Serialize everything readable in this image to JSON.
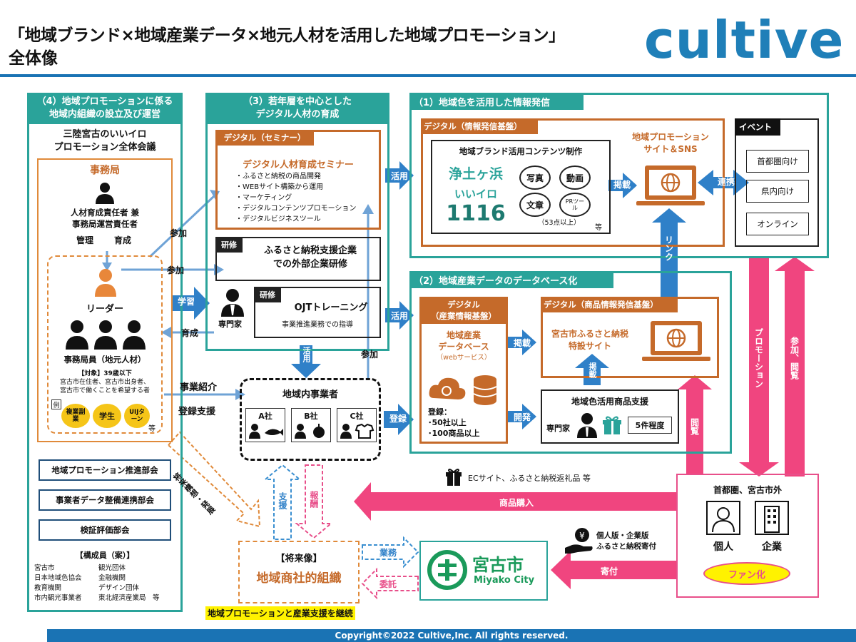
{
  "header": {
    "title": "「地域ブランド×地域産業データ×地元人材を活用した地域プロモーション」",
    "subtitle": "全体像",
    "logo": "cultive"
  },
  "section4": {
    "title_l1": "（4）地域プロモーションに係る",
    "title_l2": "地域内組織の設立及び運営",
    "council_l1": "三陸宮古のいいイロ",
    "council_l2": "プロモーション全体会議",
    "office": "事務局",
    "manager_l1": "人材育成責任者 兼",
    "manager_l2": "事務局運営責任者",
    "manage": "管理",
    "nurture": "育成",
    "leader": "リーダー",
    "staff": "事務局員（地元人材）",
    "target_l1": "【対象】39歳以下",
    "target_l2": "宮古市在住者、宮古市出身者、",
    "target_l3": "宮古市で働くことを希望する者",
    "example": "例",
    "badge1": "複業副業",
    "badge2": "学生",
    "badge3": "UIJターン",
    "etc": "等",
    "committee1": "地域プロモーション推進部会",
    "committee2": "事業者データ整備連携部会",
    "committee3": "検証評価部会",
    "members_title": "【構成員（案）】",
    "members": [
      "宮古市",
      "観光団体",
      "日本地域色協会",
      "金融機関",
      "教育機関",
      "デザイン団体",
      "市内観光事業者",
      "東北経済産業局　等"
    ]
  },
  "section3": {
    "title_l1": "（3）若年層を中心とした",
    "title_l2": "デジタル人材の育成",
    "seminar_tag": "デジタル（セミナー）",
    "seminar_title": "デジタル人材育成セミナー",
    "seminar_items": [
      "ふるさと納税の商品開発",
      "WEBサイト構築から運用",
      "マーケティング",
      "デジタルコンテンツプロモーション",
      "デジタルビジネスツール"
    ],
    "training_tag": "研修",
    "training_l1": "ふるさと納税支援企業",
    "training_l2": "での外部企業研修",
    "expert": "専門家",
    "ojt_tag": "研修",
    "ojt_title": "OJTトレーニング",
    "ojt_sub": "事業推進業務での指導"
  },
  "section1": {
    "title": "（1）地域色を活用した情報発信",
    "digital_tag": "デジタル（情報発信基盤）",
    "content_title": "地域ブランド活用コンテンツ制作",
    "brand_l1": "浄土ヶ浜",
    "brand_l2": "いいイロ",
    "brand_l3": "1116",
    "photo": "写真",
    "video": "動画",
    "text": "文章",
    "pr_tool": "PRツール",
    "count": "（53点以上）",
    "etc": "等",
    "site_l1": "地域プロモーション",
    "site_l2": "サイト＆SNS",
    "publish": "掲載",
    "link": "連携",
    "event_title": "イベント",
    "events": [
      "首都圏向け",
      "県内向け",
      "オンライン"
    ]
  },
  "section2": {
    "title": "（2）地域産業データのデータベース化",
    "digital_tag_l1": "デジタル",
    "digital_tag_l2": "（産業情報基盤）",
    "db_l1": "地域産業",
    "db_l2": "データベース",
    "db_l3": "（webサービス）",
    "reg_title": "登録：",
    "reg_l1": "･50社以上",
    "reg_l2": "･100商品以上",
    "publish": "掲載",
    "develop": "開発",
    "product_tag": "デジタル（商品情報発信基盤）",
    "product_l1": "宮古市ふるさと納税",
    "product_l2": "特設サイト",
    "publish2": "掲載",
    "support_title": "地域色活用商品支援",
    "expert": "専門家",
    "support_count": "5件程度"
  },
  "flows": {
    "use": "活用",
    "join": "参加",
    "learn": "学習",
    "nurture": "育成",
    "introduce": "事業紹介",
    "register_support": "登録支援",
    "register": "登録",
    "link_label": "リンク",
    "promotion": "プロモーション",
    "join_view": "参加、閲覧",
    "view": "閲覧",
    "ec_label": "ECサイト、ふるさと納税返礼品 等",
    "purchase": "商品購入",
    "donation_l1": "個人版・企業版",
    "donation_l2": "ふるさと納税寄付",
    "donate": "寄付",
    "future_plan": "将来構想・発展",
    "support": "支援",
    "reward": "報酬",
    "business": "業務",
    "entrust": "委託"
  },
  "businesses": {
    "title": "地域内事業者",
    "a": "A社",
    "b": "B社",
    "c": "C社"
  },
  "future": {
    "title": "【将来像】",
    "org": "地域商社的組織",
    "note": "地域プロモーションと産業支援を継続"
  },
  "city": {
    "name_jp": "宮古市",
    "name_en": "Miyako City"
  },
  "fans": {
    "region": "首都圏、宮古市外",
    "individual": "個人",
    "company": "企業",
    "fanify": "ファン化"
  },
  "footer": {
    "copyright": "Copyright©2022 Cultive,Inc. All rights reserved."
  }
}
